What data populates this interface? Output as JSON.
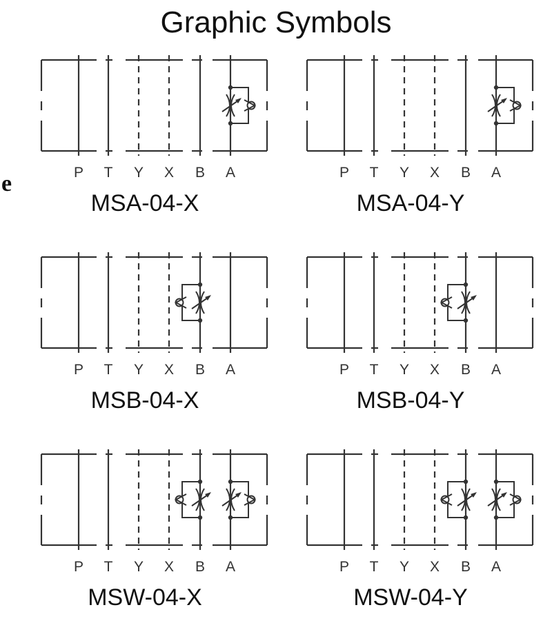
{
  "title": "Graphic Symbols",
  "edge_text": "e",
  "ports": [
    "P",
    "T",
    "Y",
    "X",
    "B",
    "A"
  ],
  "stroke_color": "#333333",
  "symbols": [
    {
      "name": "MSA-04-X",
      "controls": [
        "A"
      ]
    },
    {
      "name": "MSA-04-Y",
      "controls": [
        "A"
      ]
    },
    {
      "name": "MSB-04-X",
      "controls": [
        "B"
      ]
    },
    {
      "name": "MSB-04-Y",
      "controls": [
        "B"
      ]
    },
    {
      "name": "MSW-04-X",
      "controls": [
        "B",
        "A"
      ]
    },
    {
      "name": "MSW-04-Y",
      "controls": [
        "B",
        "A"
      ]
    }
  ]
}
